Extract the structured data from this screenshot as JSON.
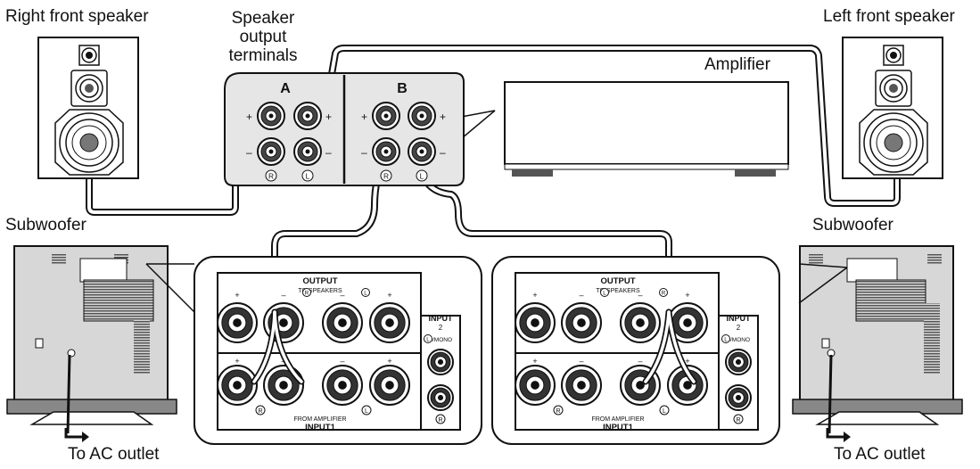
{
  "labels": {
    "right_front_speaker": "Right front speaker",
    "left_front_speaker": "Left front speaker",
    "speaker_output_terminals_line1": "Speaker",
    "speaker_output_terminals_line2": "output",
    "speaker_output_terminals_line3": "terminals",
    "amplifier": "Amplifier",
    "subwoofer_left": "Subwoofer",
    "subwoofer_right": "Subwoofer",
    "ac_outlet_left": "To AC outlet",
    "ac_outlet_right": "To AC outlet"
  },
  "terminals": {
    "group_a": "A",
    "group_b": "B",
    "plus": "+",
    "minus": "–",
    "right_mark": "R",
    "left_mark": "L"
  },
  "sub_panel": {
    "output": "OUTPUT",
    "to_speakers": "TO SPEAKERS",
    "from_amplifier": "FROM AMPLIFIER",
    "input1": "INPUT1",
    "input2": "INPUT",
    "input2_num": "2",
    "mono": "/MONO",
    "right_mark": "R",
    "left_mark": "L",
    "plus": "+",
    "minus": "–"
  },
  "colors": {
    "line": "#111111",
    "panel_gray": "#d7d7d7",
    "dark_gray": "#6b6b6b",
    "white": "#ffffff"
  }
}
